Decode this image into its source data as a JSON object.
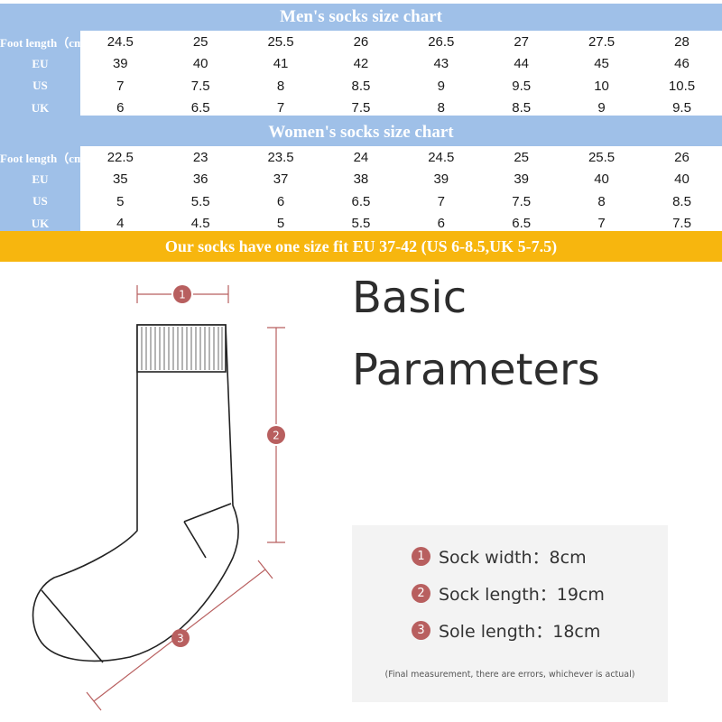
{
  "mens_chart": {
    "title": "Men's socks size chart",
    "rows": [
      {
        "label": "Foot length（cm）",
        "values": [
          "24.5",
          "25",
          "25.5",
          "26",
          "26.5",
          "27",
          "27.5",
          "28"
        ]
      },
      {
        "label": "EU",
        "values": [
          "39",
          "40",
          "41",
          "42",
          "43",
          "44",
          "45",
          "46"
        ]
      },
      {
        "label": "US",
        "values": [
          "7",
          "7.5",
          "8",
          "8.5",
          "9",
          "9.5",
          "10",
          "10.5"
        ]
      },
      {
        "label": "UK",
        "values": [
          "6",
          "6.5",
          "7",
          "7.5",
          "8",
          "8.5",
          "9",
          "9.5"
        ]
      }
    ]
  },
  "womens_chart": {
    "title": "Women's socks size chart",
    "rows": [
      {
        "label": "Foot length（cm）",
        "values": [
          "22.5",
          "23",
          "23.5",
          "24",
          "24.5",
          "25",
          "25.5",
          "26"
        ]
      },
      {
        "label": "EU",
        "values": [
          "35",
          "36",
          "37",
          "38",
          "39",
          "39",
          "40",
          "40"
        ]
      },
      {
        "label": "US",
        "values": [
          "5",
          "5.5",
          "6",
          "6.5",
          "7",
          "7.5",
          "8",
          "8.5"
        ]
      },
      {
        "label": "UK",
        "values": [
          "4",
          "4.5",
          "5",
          "5.5",
          "6",
          "6.5",
          "7",
          "7.5"
        ]
      }
    ]
  },
  "banner": "Our socks have one size fit EU 37-42 (US 6-8.5,UK 5-7.5)",
  "heading": {
    "line1": "Basic",
    "line2": "Parameters"
  },
  "params": [
    {
      "num": "1",
      "text": "Sock width：8cm"
    },
    {
      "num": "2",
      "text": "Sock length：19cm"
    },
    {
      "num": "3",
      "text": "Sole length：18cm"
    }
  ],
  "note": "(Final measurement, there are errors, whichever is actual)",
  "colors": {
    "header_blue": "#9fc0e8",
    "banner_yellow": "#f7b60e",
    "marker_red": "#b85f5f",
    "panel_gray": "#f3f3f3"
  }
}
